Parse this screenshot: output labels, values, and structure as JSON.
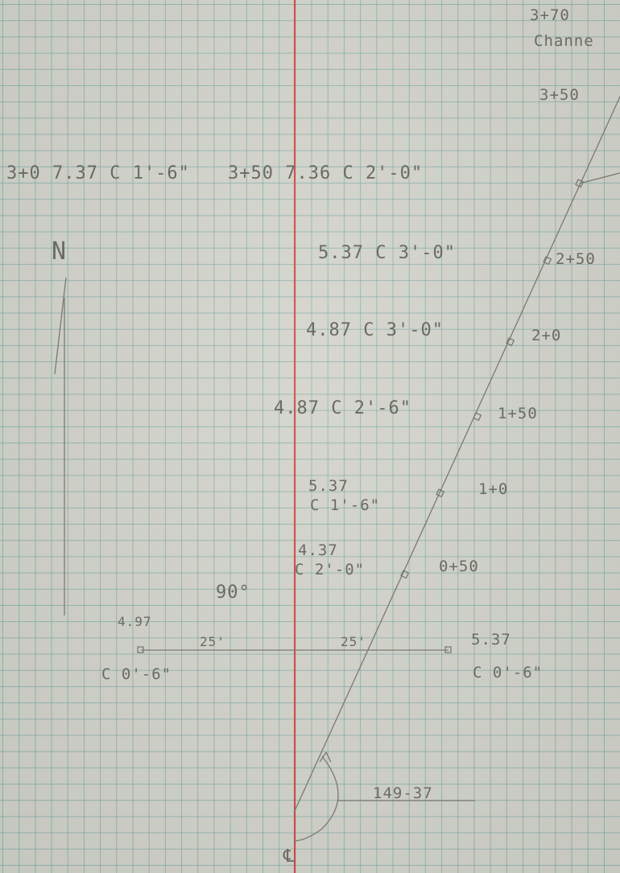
{
  "header": {
    "station": "3+70",
    "label": "Channe"
  },
  "row_top": {
    "left": "3+0 7.37 C 1'-6\"",
    "right": "3+50 7.36 C 2'-0\""
  },
  "sections": [
    {
      "value": "5.37 C 3'-0\""
    },
    {
      "value": "4.87 C 3'-0\""
    },
    {
      "value": "4.87 C 2'-6\""
    },
    {
      "value": "5.37",
      "sub": "C 1'-6\""
    },
    {
      "value": "4.37",
      "sub": "C 2'-0\""
    }
  ],
  "stations": [
    "3+50",
    "2+50",
    "2+0",
    "1+50",
    "1+0",
    "0+50"
  ],
  "north": "N",
  "angle": "90°",
  "baseline": {
    "left_value": "4.97",
    "left_cut": "C 0'-6\"",
    "left_dist": "25'",
    "right_dist": "25'",
    "right_value": "5.37",
    "right_cut": "C 0'-6\""
  },
  "bearing": "149-37",
  "centerline": "℄",
  "colors": {
    "ink": "#6b6b64",
    "grid": "#5fa09b",
    "margin": "#d8403a",
    "paper": "#d2d3ca"
  }
}
